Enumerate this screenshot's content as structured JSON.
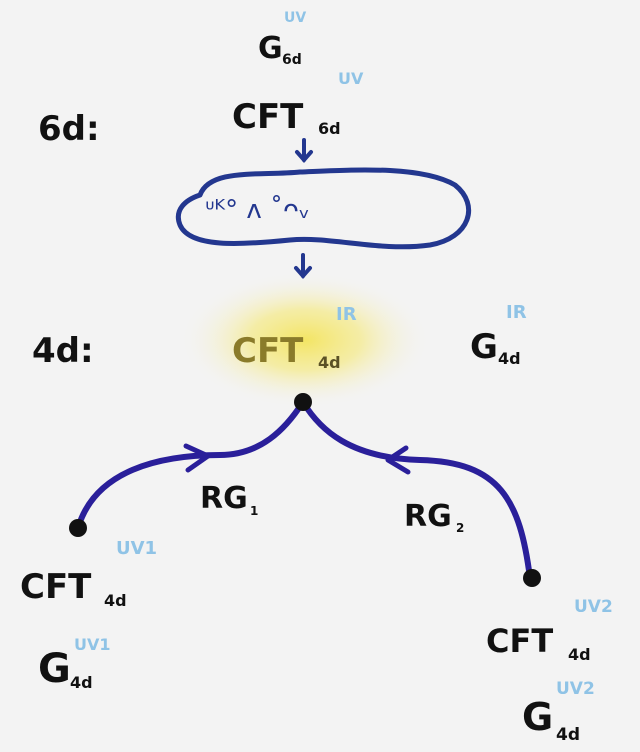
{
  "colors": {
    "background": "#f3f3f3",
    "ink": "#111111",
    "uv_label": "#8fc3e6",
    "ir_label": "#8fc3e6",
    "arrow_blue": "#23378f",
    "flow_purple": "#2a1f9a",
    "glow": "#f3e45c"
  },
  "dimension_labels": {
    "six_d": "6d:",
    "four_d": "4d:"
  },
  "top": {
    "group": {
      "base": "G",
      "sub": "6d",
      "sup": "UV"
    },
    "cft": {
      "base": "CFT",
      "sub": "6d",
      "sup": "UV"
    }
  },
  "compactification_surface": {
    "squiggles": "ᶸᴷ° ᴧ ˚ᴖᵥ"
  },
  "ir_point": {
    "cft": {
      "base": "CFT",
      "sub": "4d",
      "sup": "IR"
    },
    "group": {
      "base": "G",
      "sub": "4d",
      "sup": "IR"
    }
  },
  "flows": [
    {
      "label": "RG",
      "sub": "1"
    },
    {
      "label": "RG",
      "sub": "2"
    }
  ],
  "uv1": {
    "cft": {
      "base": "CFT",
      "sub": "4d",
      "sup": "UV1"
    },
    "group": {
      "base": "G",
      "sub": "4d",
      "sup": "UV1"
    }
  },
  "uv2": {
    "cft": {
      "base": "CFT",
      "sub": "4d",
      "sup": "UV2"
    },
    "group": {
      "base": "G",
      "sub": "4d",
      "sup": "UV2"
    }
  }
}
